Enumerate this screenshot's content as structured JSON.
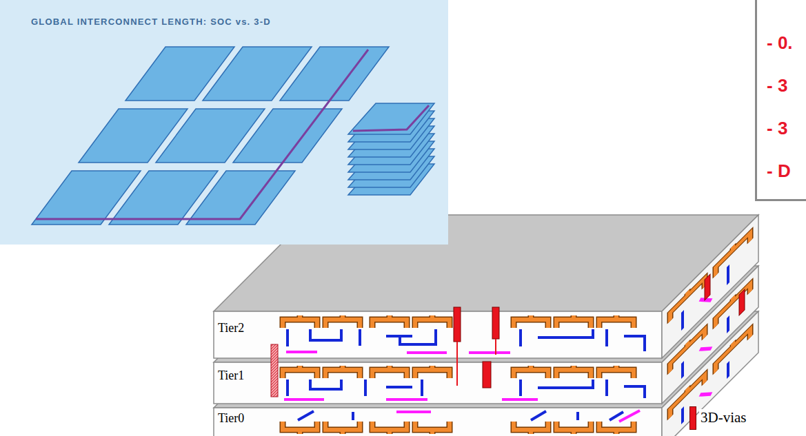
{
  "diagram": {
    "title": "GLOBAL INTERCONNECT LENGTH: SOC vs. 3-D",
    "nodes": [
      {
        "text": [
          "- 0.",
          "- 3",
          "- 3",
          "- D"
        ]
      },
      {
        "text": [
          "Tier2"
        ]
      },
      {
        "text": [
          "Tier1"
        ]
      },
      {
        "text": [
          "Tier0"
        ]
      }
    ],
    "legend": [
      {
        "text": "3D-vias",
        "color": "#e8141e"
      }
    ]
  }
}
